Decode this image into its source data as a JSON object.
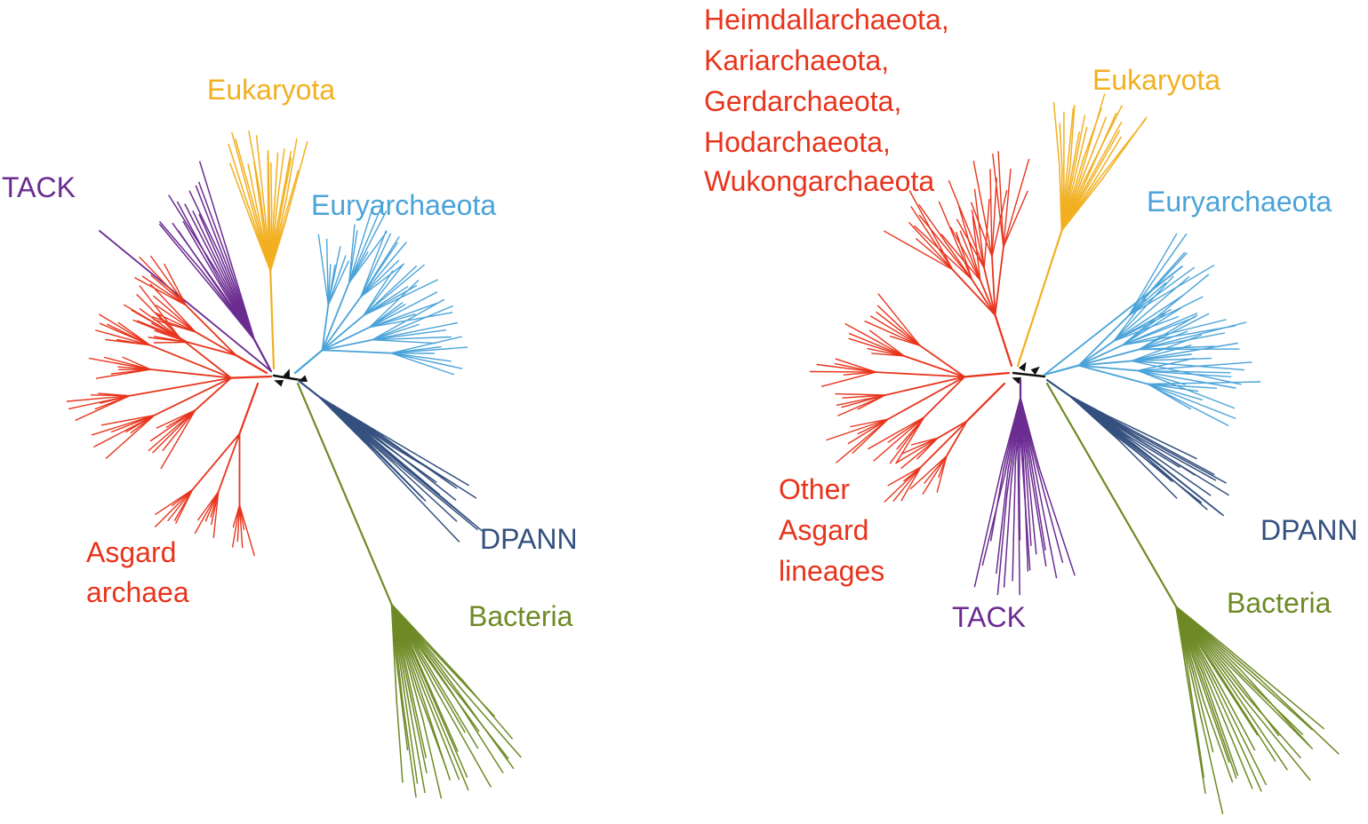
{
  "colors": {
    "eukaryota": "#f2b020",
    "tack": "#6b2c91",
    "asgard": "#e8341c",
    "euryarchaeota": "#4aa3d9",
    "dpann": "#34507f",
    "bacteria": "#6e8a25",
    "root": "#111111"
  },
  "left_tree": {
    "labels": {
      "eukaryota": "Eukaryota",
      "tack": "TACK",
      "euryarchaeota": "Euryarchaeota",
      "dpann": "DPANN",
      "bacteria": "Bacteria",
      "asgard_line1": "Asgard",
      "asgard_line2": "archaea"
    }
  },
  "right_tree": {
    "labels": {
      "heimdall_line1": "Heimdallarchaeota,",
      "heimdall_line2": "Kariarchaeota,",
      "heimdall_line3": "Gerdarchaeota,",
      "heimdall_line4": "Hodarchaeota,",
      "heimdall_line5": "Wukongarchaeota",
      "eukaryota": "Eukaryota",
      "euryarchaeota": "Euryarchaeota",
      "dpann": "DPANN",
      "bacteria": "Bacteria",
      "tack": "TACK",
      "other_line1": "Other",
      "other_line2": "Asgard",
      "other_line3": "lineages"
    }
  }
}
